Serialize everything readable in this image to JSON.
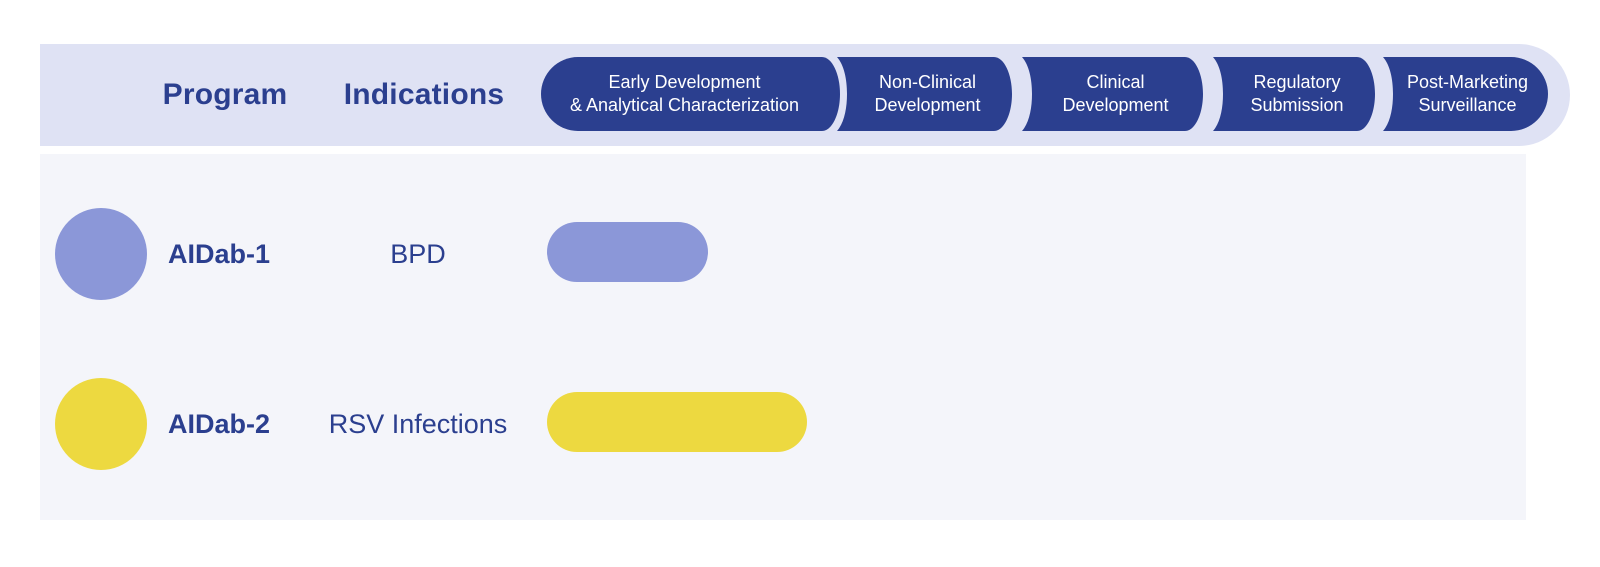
{
  "header": {
    "program_label": "Program",
    "indications_label": "Indications",
    "stages": [
      {
        "line1": "Early Development",
        "line2": "& Analytical Characterization"
      },
      {
        "line1": "Non-Clinical",
        "line2": "Development"
      },
      {
        "line1": "Clinical",
        "line2": "Development"
      },
      {
        "line1": "Regulatory",
        "line2": "Submission"
      },
      {
        "line1": "Post-Marketing",
        "line2": "Surveillance"
      }
    ]
  },
  "colors": {
    "navy": "#2b3f8f",
    "band_background": "#dfe2f4",
    "panel_background": "#f4f5fa",
    "stage_text": "#ffffff"
  },
  "chart_data": {
    "type": "bar",
    "title": "",
    "stages": [
      "Early Development & Analytical Characterization",
      "Non-Clinical Development",
      "Clinical Development",
      "Regulatory Submission",
      "Post-Marketing Surveillance"
    ],
    "rows": [
      {
        "program": "AIDab-1",
        "indication": "BPD",
        "current_stage": "Early Development & Analytical Characterization",
        "stage_fraction": 0.54,
        "color": "#8b97d8"
      },
      {
        "program": "AIDab-2",
        "indication": "RSV Infections",
        "current_stage": "Early Development & Analytical Characterization",
        "stage_fraction": 0.87,
        "color": "#edd940"
      }
    ]
  }
}
